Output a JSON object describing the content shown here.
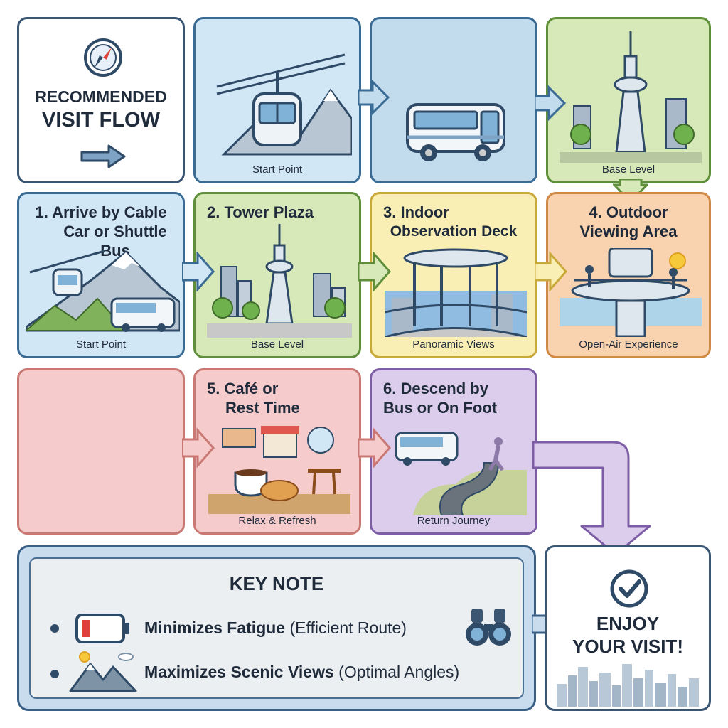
{
  "header": {
    "title_line1": "RECOMMENDED",
    "title_line2": "VISIT FLOW"
  },
  "top_row_captions": [
    "Start Point",
    "",
    "Base Level"
  ],
  "steps": [
    {
      "title": "1. Arrive by Cable Car or Shuttle Bus",
      "title_lines": [
        "1. Arrive by Cable",
        "Car or Shuttle Bus"
      ],
      "caption": "Start Point"
    },
    {
      "title": "2. Tower Plaza",
      "title_lines": [
        "2. Tower Plaza",
        ""
      ],
      "caption": "Base Level"
    },
    {
      "title": "3. Indoor Observation Deck",
      "title_lines": [
        "3. Indoor",
        "Observation Deck"
      ],
      "caption": "Panoramic Views"
    },
    {
      "title": "4. Outdoor Viewing Area",
      "title_lines": [
        "4. Outdoor",
        "Viewing Area"
      ],
      "caption": "Open-Air Experience"
    },
    {
      "title": "5. Café or Rest Time",
      "title_lines": [
        "5. Café or",
        "Rest Time"
      ],
      "caption": "Relax & Refresh"
    },
    {
      "title": "6. Descend by Bus or On Foot",
      "title_lines": [
        "6. Descend by",
        "Bus or On Foot"
      ],
      "caption": "Return Journey"
    }
  ],
  "key_note": {
    "title": "KEY NOTE",
    "items": [
      {
        "bold": "Minimizes Fatigue",
        "rest": " (Efficient Route)",
        "icon": "battery-low-icon",
        "side_icon": "binoculars-icon"
      },
      {
        "bold": "Maximizes Scenic Views",
        "rest": " (Optimal Angles)",
        "icon": "mountain-sun-icon"
      }
    ]
  },
  "finale": {
    "line1": "ENJOY",
    "line2": "YOUR VISIT!",
    "icon": "check-circle-icon"
  },
  "colors": {
    "blue": "#d2e7f5",
    "green": "#d7e9b9",
    "yellow": "#f9efb4",
    "orange": "#f9d3b0",
    "red": "#f5cccb",
    "purple": "#dccdec",
    "outline": "#3a5673"
  }
}
